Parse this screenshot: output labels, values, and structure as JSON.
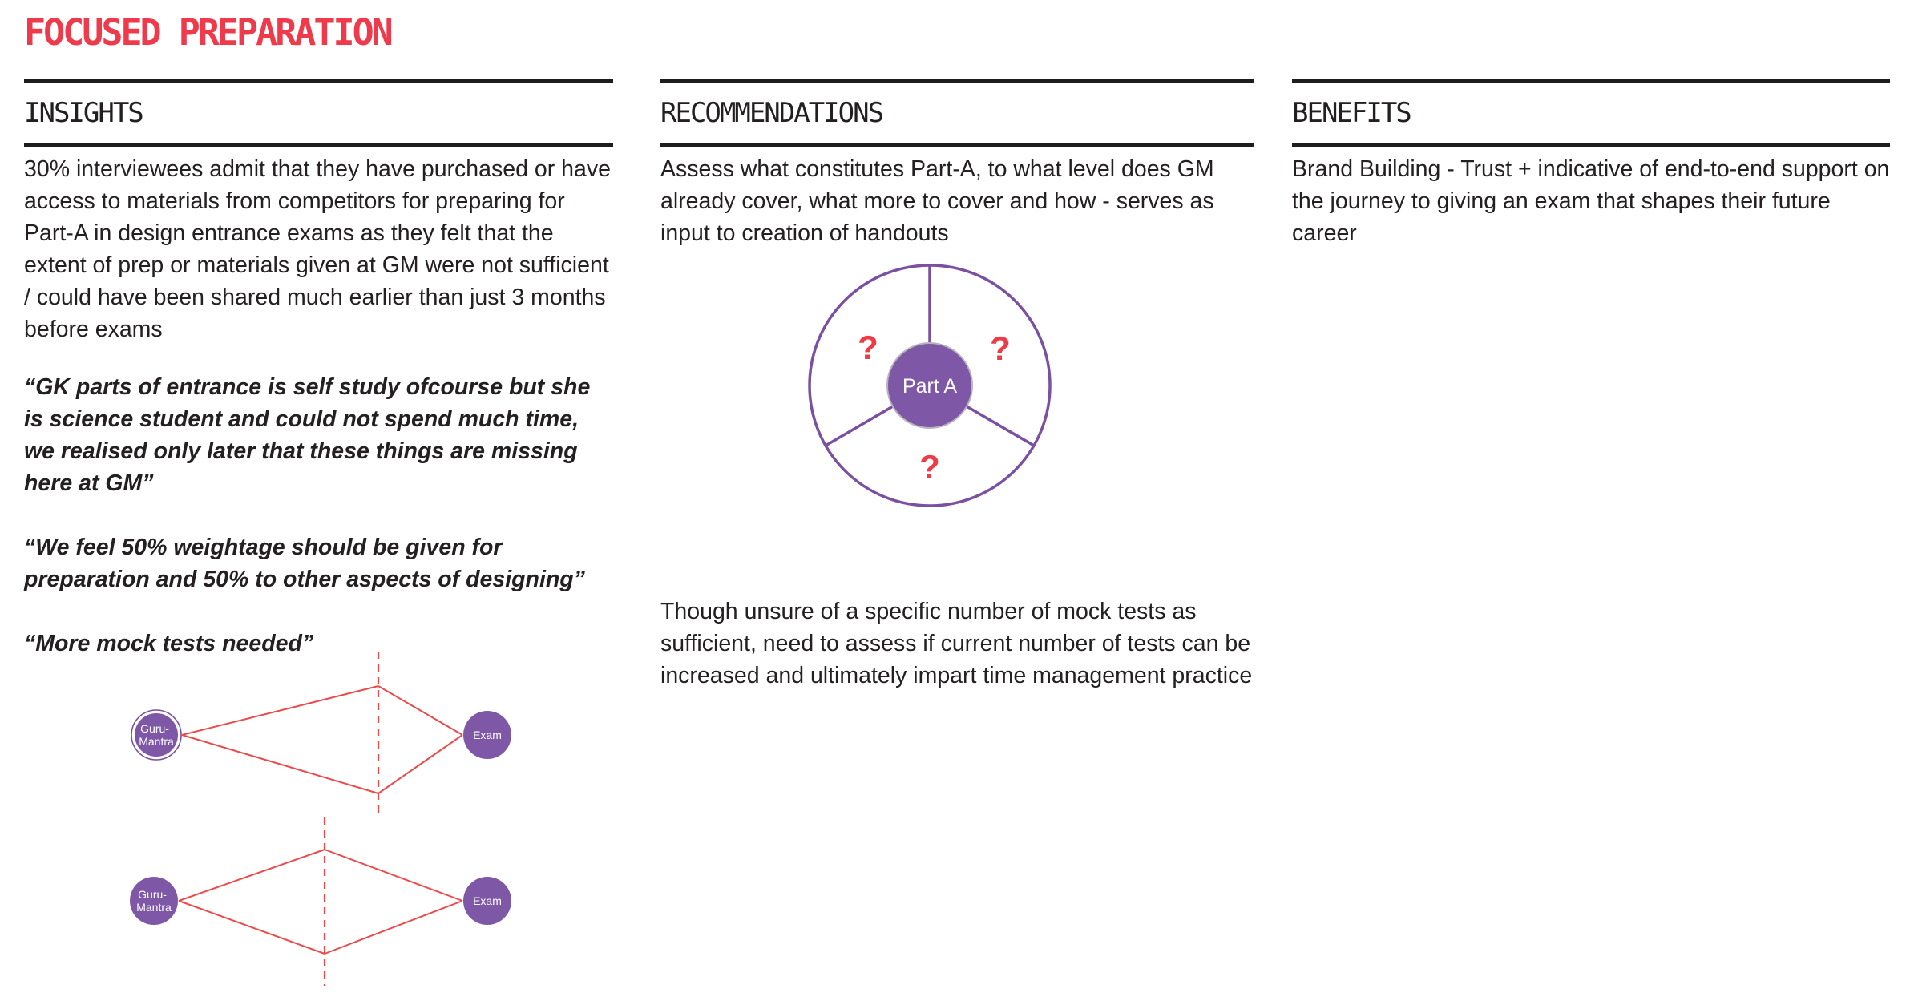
{
  "page": {
    "title": "FOCUSED PREPARATION"
  },
  "columns": {
    "insights": {
      "header": "INSIGHTS",
      "paragraph": "30% interviewees admit that they have purchased or have access to materials from competitors for preparing for Part-A in design entrance exams as they felt that the extent of prep or materials given at GM were not sufficient / could have been shared much earlier than just 3 months before exams",
      "quotes": [
        "“GK parts of entrance is self study ofcourse but she is science student and could not spend much time, we realised only later that these things are missing here at GM”",
        "“We feel 50% weightage should be given for preparation and 50% to other aspects of designing”",
        "“More mock tests needed”"
      ]
    },
    "recommendations": {
      "header": "RECOMMENDATIONS",
      "paragraph1": "Assess what constitutes Part-A, to what level does GM already cover, what more to cover and how - serves as input to creation of handouts",
      "paragraph2": "Though unsure of a specific number of mock tests as sufficient, need to assess if current number of tests can be increased and ultimately impart time management practice"
    },
    "benefits": {
      "header": "BENEFITS",
      "paragraph": "Brand Building - Trust + indicative of end-to-end support on the journey to giving an exam that shapes their future career"
    }
  },
  "diagrams": {
    "part_a_wheel": {
      "center_label": "Part A",
      "sector_labels": [
        "?",
        "?",
        "?"
      ]
    },
    "kite_timeline_top": {
      "left_node_line1": "Guru-",
      "left_node_line2": "Mantra",
      "right_node": "Exam"
    },
    "kite_timeline_bottom": {
      "left_node_line1": "Guru-",
      "left_node_line2": "Mantra",
      "right_node": "Exam"
    }
  },
  "colors": {
    "title_red": "#ee3a4b",
    "diagram_line_red": "#ec4a4a",
    "question_mark_red": "#ee3b45",
    "purple_fill": "#7e57a7",
    "purple_stroke": "#7b50a0",
    "rule_black": "#1d1d1b",
    "body_text": "#242021"
  }
}
